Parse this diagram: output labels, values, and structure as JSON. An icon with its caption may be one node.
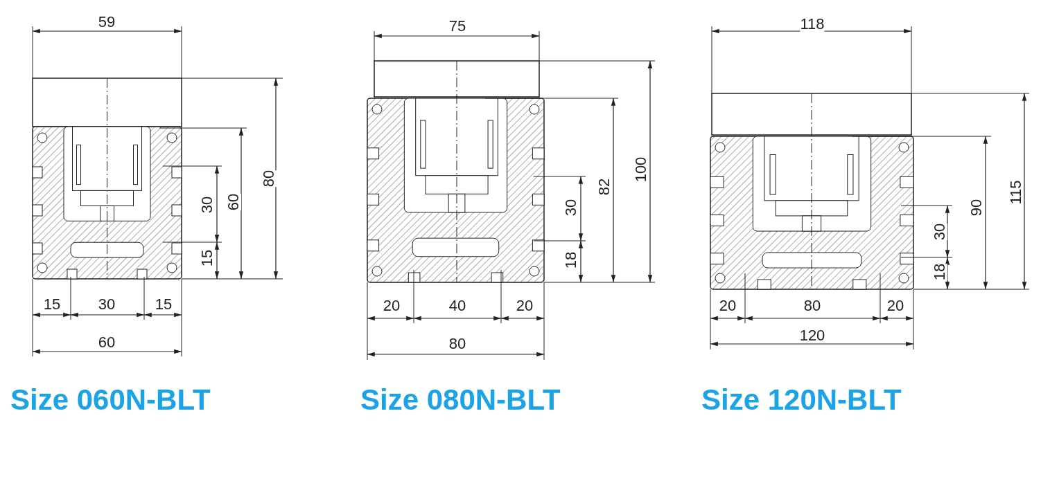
{
  "diagram": {
    "labels": [
      "59",
      "30",
      "60",
      "80",
      "15",
      "15",
      "30",
      "15",
      "60",
      "75",
      "30",
      "82",
      "100",
      "18",
      "20",
      "40",
      "20",
      "80",
      "118",
      "30",
      "90",
      "115",
      "18",
      "20",
      "80",
      "20",
      "120",
      "Size 060N-BLT",
      "Size 080N-BLT",
      "Size 120N-BLT"
    ]
  }
}
